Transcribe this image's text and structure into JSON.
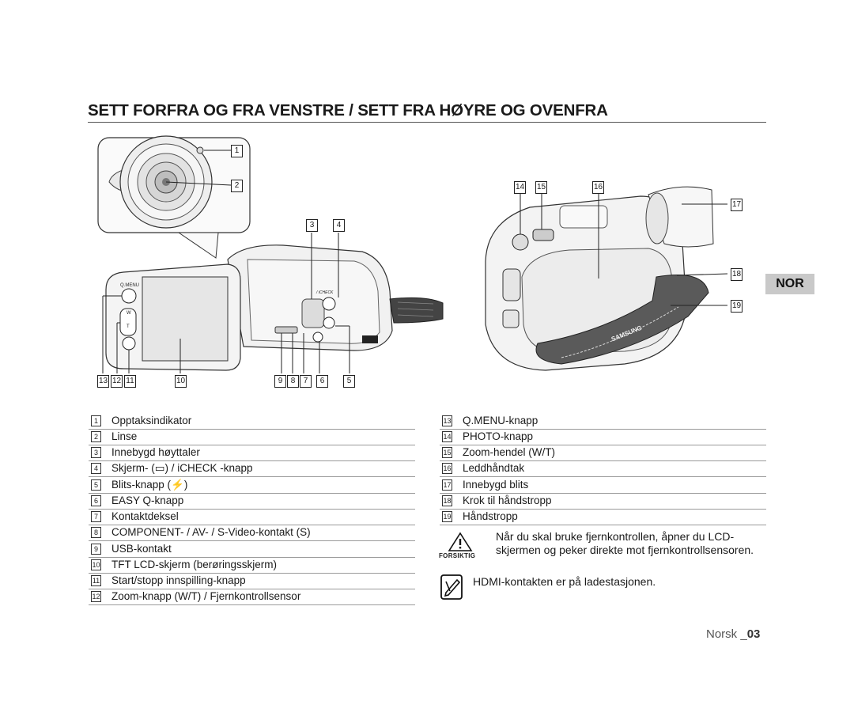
{
  "page_title": "SETT FORFRA OG FRA VENSTRE / SETT FRA HØYRE OG OVENFRA",
  "language_tab": "NOR",
  "callouts": {
    "c1": "1",
    "c2": "2",
    "c3": "3",
    "c4": "4",
    "c5": "5",
    "c6": "6",
    "c7": "7",
    "c8": "8",
    "c9": "9",
    "c10": "10",
    "c11": "11",
    "c12": "12",
    "c13": "13",
    "c14": "14",
    "c15": "15",
    "c16": "16",
    "c17": "17",
    "c18": "18",
    "c19": "19"
  },
  "device_labels": {
    "qmenu": "Q.MENU",
    "icheck": "/ iCHECK",
    "samsung": "SAMSUNG",
    "w": "W",
    "t": "T"
  },
  "legend_left": [
    {
      "num": "1",
      "label": "Opptaksindikator"
    },
    {
      "num": "2",
      "label": "Linse"
    },
    {
      "num": "3",
      "label": "Innebygd høyttaler"
    },
    {
      "num": "4",
      "label": "Skjerm- (▭) / iCHECK -knapp"
    },
    {
      "num": "5",
      "label": "Blits-knapp (⚡)"
    },
    {
      "num": "6",
      "label": "EASY Q-knapp"
    },
    {
      "num": "7",
      "label": "Kontaktdeksel"
    },
    {
      "num": "8",
      "label": "COMPONENT- / AV- / S-Video-kontakt (S)"
    },
    {
      "num": "9",
      "label": "USB-kontakt"
    },
    {
      "num": "10",
      "label": "TFT LCD-skjerm (berøringsskjerm)"
    },
    {
      "num": "11",
      "label": "Start/stopp innspilling-knapp"
    },
    {
      "num": "12",
      "label": "Zoom-knapp (W/T) / Fjernkontrollsensor"
    }
  ],
  "legend_right": [
    {
      "num": "13",
      "label": "Q.MENU-knapp"
    },
    {
      "num": "14",
      "label": "PHOTO-knapp"
    },
    {
      "num": "15",
      "label": "Zoom-hendel (W/T)"
    },
    {
      "num": "16",
      "label": "Leddhåndtak"
    },
    {
      "num": "17",
      "label": "Innebygd blits"
    },
    {
      "num": "18",
      "label": "Krok til håndstropp"
    },
    {
      "num": "19",
      "label": "Håndstropp"
    }
  ],
  "caution": {
    "label": "FORSIKTIG",
    "text": "Når du skal bruke fjernkontrollen, åpner du LCD-skjermen og peker direkte mot fjernkontrollsensoren."
  },
  "note": {
    "text": "HDMI-kontakten er på ladestasjonen."
  },
  "footer": {
    "language": "Norsk _",
    "page": "03"
  },
  "colors": {
    "tab_bg": "#c9c9c9",
    "rule": "#9a9a9a",
    "text": "#1a1a1a"
  }
}
